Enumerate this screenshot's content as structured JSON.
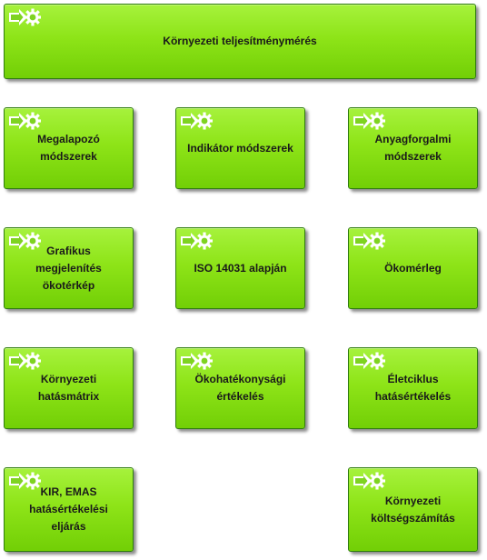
{
  "diagram": {
    "top": {
      "label": "Környezeti teljesítménymérés",
      "icon": "process-arrow-gear-icon"
    },
    "row1": [
      {
        "label": "Megalapozó\nmódszerek",
        "icon": "process-arrow-gear-icon"
      },
      {
        "label": "Indikátor módszerek",
        "icon": "process-arrow-gear-icon"
      },
      {
        "label": "Anyagforgalmi\nmódszerek",
        "icon": "process-arrow-gear-icon"
      }
    ],
    "row2": [
      {
        "label": "Grafikus\nmegjelenítés\nökotérkép",
        "icon": "process-arrow-gear-icon"
      },
      {
        "label": "ISO 14031 alapján",
        "icon": "process-arrow-gear-icon"
      },
      {
        "label": "Ökomérleg",
        "icon": "process-arrow-gear-icon"
      }
    ],
    "row3": [
      {
        "label": "Környezeti\nhatásmátrix",
        "icon": "process-arrow-gear-icon"
      },
      {
        "label": "Ökohatékonysági\nértékelés",
        "icon": "process-arrow-gear-icon"
      },
      {
        "label": "Életciklus\nhatásértékelés",
        "icon": "process-arrow-gear-icon"
      }
    ],
    "row4": [
      {
        "label": "KIR, EMAS\nhatásértékelési\neljárás",
        "icon": "process-arrow-gear-icon"
      },
      {
        "label": "Környezeti\nköltségszámítás",
        "icon": "process-arrow-gear-icon"
      }
    ]
  },
  "colors": {
    "box_fill_top": "#a6f23c",
    "box_fill_bottom": "#72cf06",
    "box_border": "#2f7d0f",
    "text": "#1a1a1a",
    "icon": "#ffffff"
  }
}
